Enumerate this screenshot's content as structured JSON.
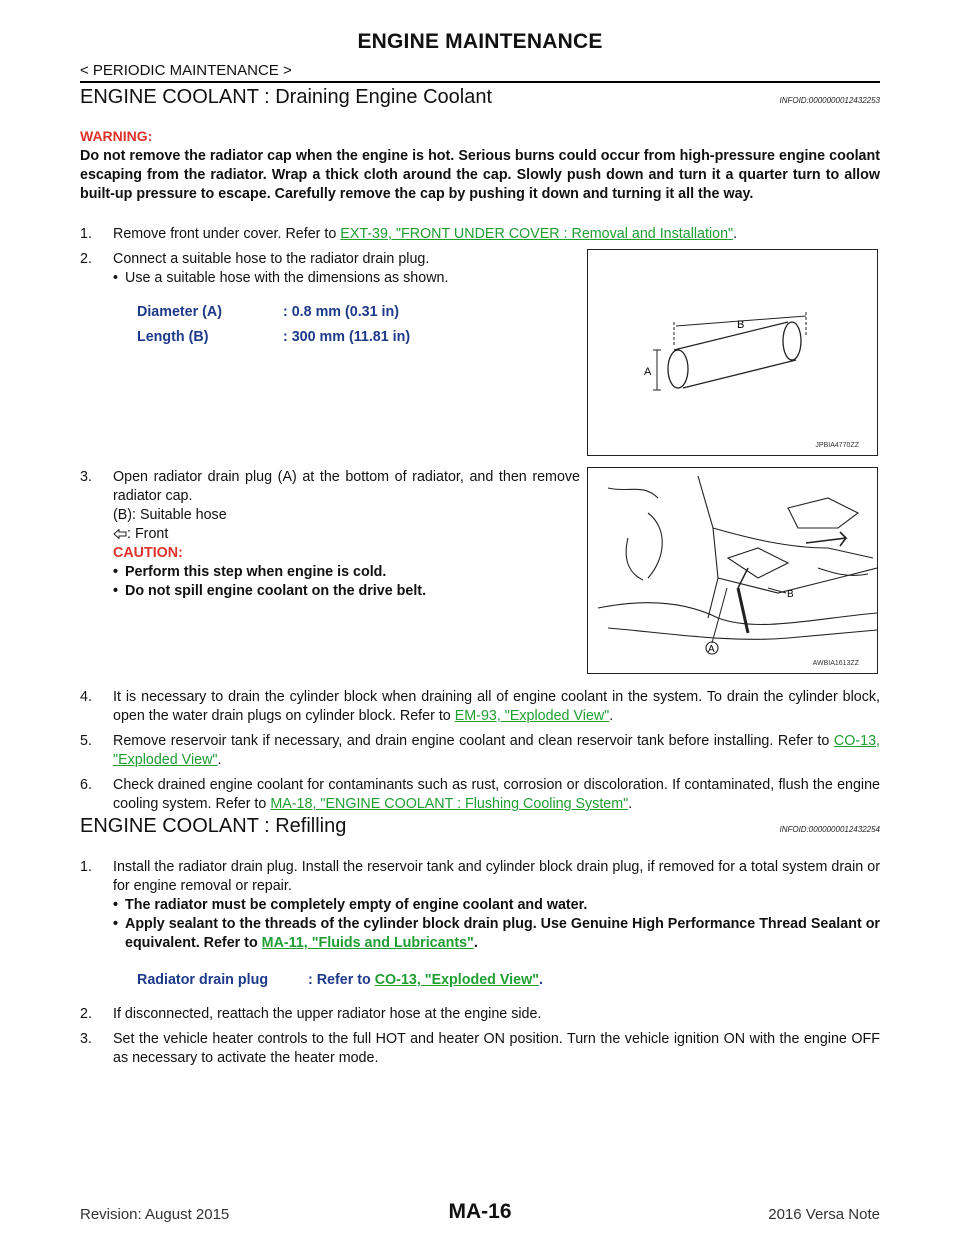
{
  "header": {
    "title": "ENGINE MAINTENANCE",
    "breadcrumb": "< PERIODIC MAINTENANCE >"
  },
  "draining": {
    "title": "ENGINE COOLANT : Draining Engine Coolant",
    "infoid": "INFOID:0000000012432253",
    "warning_label": "WARNING:",
    "warning_text": "Do not remove the radiator cap when the engine is hot. Serious burns could occur from high-pressure engine coolant escaping from the radiator. Wrap a thick cloth around the cap. Slowly push down and turn it a quarter turn to allow built-up pressure to escape. Carefully remove the cap by pushing it down and turning it all the way.",
    "step1": {
      "num": "1.",
      "text": "Remove front under cover. Refer to ",
      "link": "EXT-39, \"FRONT UNDER COVER : Removal and Installation\"",
      "end": "."
    },
    "step2": {
      "num": "2.",
      "text": "Connect a suitable hose to the radiator drain plug.",
      "bullet": "Use a suitable hose with the dimensions as shown.",
      "spec": [
        {
          "label": "Diameter (A)",
          "value": ": 0.8 mm (0.31 in)"
        },
        {
          "label": "Length (B)",
          "value": ": 300 mm (11.81 in)"
        }
      ]
    },
    "figure1": {
      "code": "JPBIA4770ZZ",
      "label_a": "A",
      "label_b": "B"
    },
    "step3": {
      "num": "3.",
      "text": "Open radiator drain plug (A) at the bottom of radiator, and then remove radiator cap.",
      "line2": "(B): Suitable hose",
      "line3": ": Front",
      "caution_label": "CAUTION:",
      "cautions": [
        "Perform this step when engine is cold.",
        "Do not spill engine coolant on the drive belt."
      ]
    },
    "figure2": {
      "code": "AWBIA1613ZZ",
      "label_a": "A",
      "label_b": "B"
    },
    "step4": {
      "num": "4.",
      "text": "It is necessary to drain the cylinder block when draining all of engine coolant in the system. To drain the cylinder block, open the water drain plugs on cylinder block. Refer to ",
      "link": "EM-93, \"Exploded View\"",
      "end": "."
    },
    "step5": {
      "num": "5.",
      "text": "Remove reservoir tank if necessary, and drain engine coolant and clean reservoir tank before installing. Refer to ",
      "link": "CO-13, \"Exploded View\"",
      "end": "."
    },
    "step6": {
      "num": "6.",
      "text": "Check drained engine coolant for contaminants such as rust, corrosion or discoloration. If contaminated, flush the engine cooling system. Refer to ",
      "link": "MA-18, \"ENGINE COOLANT : Flushing Cooling System\"",
      "end": "."
    }
  },
  "refilling": {
    "title": "ENGINE COOLANT : Refilling",
    "infoid": "INFOID:0000000012432254",
    "step1": {
      "num": "1.",
      "text": "Install the radiator drain plug. Install the reservoir tank and cylinder block drain plug, if removed for a total system drain or for engine removal or repair.",
      "bullet1": "The radiator must be completely empty of engine coolant and water.",
      "bullet2": "Apply sealant to the threads of the cylinder block drain plug. Use Genuine High Performance Thread Sealant or equivalent. Refer to ",
      "bullet2_link": "MA-11, \"Fluids and Lubricants\"",
      "bullet2_end": ".",
      "spec_label": "Radiator drain plug",
      "spec_value": ": Refer to ",
      "spec_link": "CO-13, \"Exploded View\"",
      "spec_end": "."
    },
    "step2": {
      "num": "2.",
      "text": "If disconnected, reattach the upper radiator hose at the engine side."
    },
    "step3": {
      "num": "3.",
      "text": "Set the vehicle heater controls to the full HOT and heater ON position. Turn the vehicle ignition ON with the engine OFF as necessary to activate the heater mode."
    }
  },
  "footer": {
    "revision": "Revision: August 2015",
    "page": "MA-16",
    "model": "2016 Versa Note"
  }
}
